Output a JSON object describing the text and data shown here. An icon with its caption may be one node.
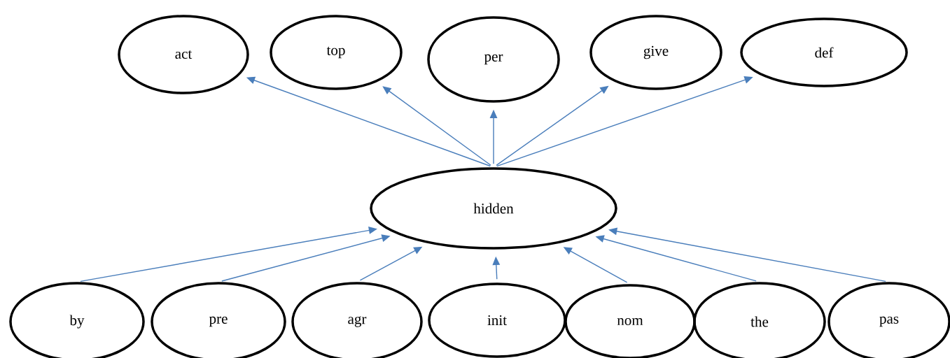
{
  "diagram": {
    "nodes": [
      {
        "text": [
          "act"
        ]
      },
      {
        "text": [
          "top"
        ]
      },
      {
        "text": [
          "per"
        ]
      },
      {
        "text": [
          "give"
        ]
      },
      {
        "text": [
          "def"
        ]
      },
      {
        "text": [
          "hidden"
        ]
      },
      {
        "text": [
          "by"
        ]
      },
      {
        "text": [
          "pre"
        ]
      },
      {
        "text": [
          "agr"
        ]
      },
      {
        "text": [
          "init"
        ]
      },
      {
        "text": [
          "nom"
        ]
      },
      {
        "text": [
          "the"
        ]
      },
      {
        "text": [
          "pas"
        ]
      }
    ],
    "edges": [
      {
        "from": 5,
        "to": 0,
        "arrow": "to"
      },
      {
        "from": 5,
        "to": 1,
        "arrow": "to"
      },
      {
        "from": 5,
        "to": 2,
        "arrow": "to"
      },
      {
        "from": 5,
        "to": 3,
        "arrow": "to"
      },
      {
        "from": 5,
        "to": 4,
        "arrow": "to"
      },
      {
        "from": 6,
        "to": 5,
        "arrow": "to"
      },
      {
        "from": 7,
        "to": 5,
        "arrow": "to"
      },
      {
        "from": 8,
        "to": 5,
        "arrow": "to"
      },
      {
        "from": 9,
        "to": 5,
        "arrow": "to"
      },
      {
        "from": 10,
        "to": 5,
        "arrow": "to"
      },
      {
        "from": 11,
        "to": 5,
        "arrow": "to"
      },
      {
        "from": 12,
        "to": 5,
        "arrow": "to"
      }
    ]
  }
}
